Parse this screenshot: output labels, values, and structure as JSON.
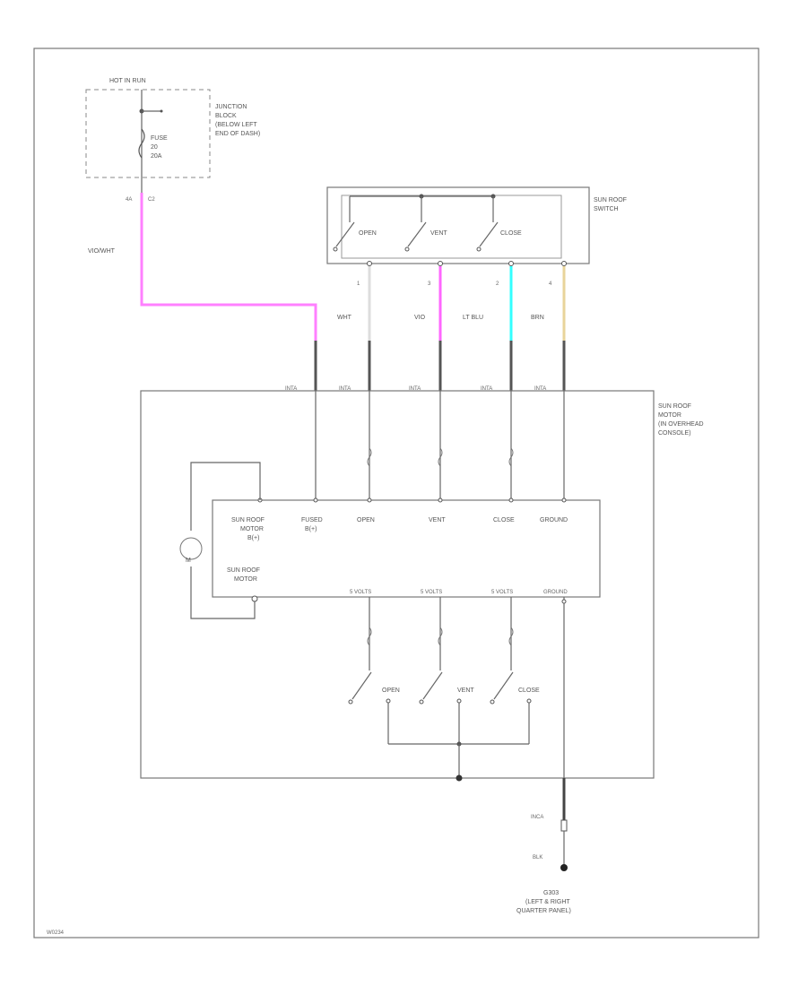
{
  "fuse_box": {
    "hot_label": "HOT IN RUN",
    "junction_label": [
      "JUNCTION",
      "BLOCK",
      "(BELOW LEFT",
      "END OF DASH)"
    ],
    "fuse_label": [
      "FUSE",
      "20",
      "20A"
    ],
    "pin_left": "4A",
    "pin_right": "C2"
  },
  "switch": {
    "label": [
      "SUN ROOF",
      "SWITCH"
    ],
    "contacts": [
      "OPEN",
      "VENT",
      "CLOSE"
    ]
  },
  "wires": [
    {
      "pin": "",
      "color_name": "VIO/WHT",
      "color": "#ff80ff"
    },
    {
      "pin": "1",
      "color_name": "WHT",
      "color": "#dddddd"
    },
    {
      "pin": "3",
      "color_name": "VIO",
      "color": "#ff66ff"
    },
    {
      "pin": "2",
      "color_name": "LT BLU",
      "color": "#33ffff"
    },
    {
      "pin": "4",
      "color_name": "BRN",
      "color": "#e8d49a"
    }
  ],
  "connector_label": "INTA",
  "motor": {
    "label": [
      "SUN ROOF",
      "MOTOR",
      "(IN OVERHEAD",
      "CONSOLE)"
    ],
    "inputs": [
      {
        "label": [
          "SUN ROOF",
          "MOTOR",
          "B(+)"
        ]
      },
      {
        "label": [
          "FUSED",
          "B(+)"
        ]
      },
      {
        "label": [
          "OPEN"
        ]
      },
      {
        "label": [
          "VENT"
        ]
      },
      {
        "label": [
          "CLOSE"
        ]
      },
      {
        "label": [
          "GROUND"
        ]
      }
    ],
    "inner_motor_label": [
      "SUN ROOF",
      "MOTOR"
    ],
    "outputs": [
      "5 VOLTS",
      "5 VOLTS",
      "5 VOLTS",
      "GROUND"
    ],
    "internal_switches": [
      "OPEN",
      "VENT",
      "CLOSE"
    ],
    "motor_symbol": "M"
  },
  "ground": {
    "connector": "INCA",
    "wire_color": "BLK",
    "label": [
      "G303",
      "(LEFT & RIGHT",
      "QUARTER PANEL)"
    ]
  },
  "figure_id": "W0234"
}
